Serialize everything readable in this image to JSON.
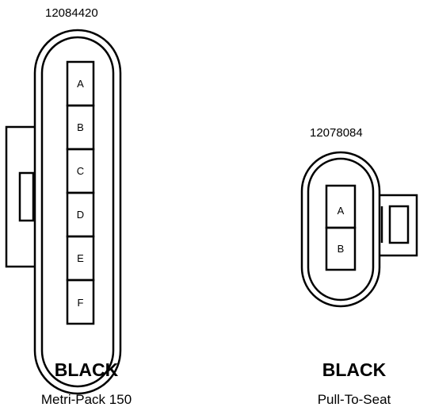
{
  "connectors": [
    {
      "part_number": "12084420",
      "color": "BLACK",
      "series": "Metri-Pack  150",
      "cavities": [
        "A",
        "B",
        "C",
        "D",
        "E",
        "F"
      ]
    },
    {
      "part_number": "12078084",
      "color": "BLACK",
      "series": "Pull-To-Seat",
      "cavities": [
        "A",
        "B"
      ]
    }
  ]
}
